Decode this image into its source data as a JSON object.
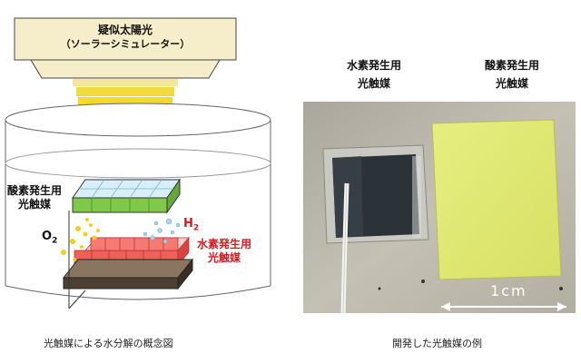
{
  "left_diagram": {
    "lamp_label_line1": "疑似太陽光",
    "lamp_label_line2": "（ソーラーシミュレーター）",
    "oxygen_catalyst_label_line1": "酸素発生用",
    "oxygen_catalyst_label_line2": "光触媒",
    "hydrogen_catalyst_label_line1": "水素発生用",
    "hydrogen_catalyst_label_line2": "光触媒",
    "o2_label": "O",
    "o2_sub": "2",
    "h2_label": "H",
    "h2_sub": "2",
    "caption": "光触媒による水分解の概念図",
    "colors": {
      "lamp_fill": "#f6eeca",
      "light_glow": "#f3dc3a",
      "oxygen_catalyst": "#7fc84a",
      "hydrogen_catalyst": "#f0605a",
      "substrate": "#5a4a3a",
      "label_red": "#e0141e"
    }
  },
  "right_photo": {
    "hydrogen_catalyst_label_line1": "水素発生用",
    "hydrogen_catalyst_label_line2": "光触媒",
    "oxygen_catalyst_label_line1": "酸素発生用",
    "oxygen_catalyst_label_line2": "光触媒",
    "scale_label": "1cm",
    "caption": "開発した光触媒の例",
    "colors": {
      "background": "#b8b4a8",
      "dark_sample": "#2b3339",
      "yellow_sample": "#e3ea78"
    }
  }
}
